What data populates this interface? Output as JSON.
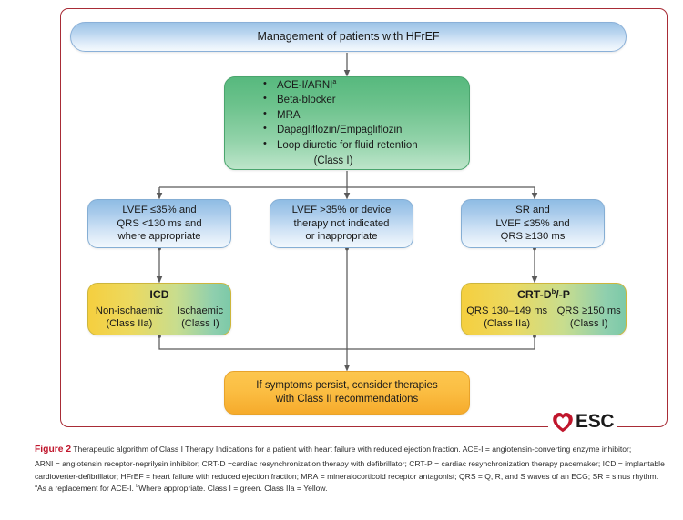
{
  "figure": {
    "label": "Figure 2",
    "caption": "Therapeutic algorithm of Class I Therapy Indications for a patient with heart failure with reduced ejection fraction. ACE-I = angiotensin-converting enzyme inhibitor; ARNI = angiotensin receptor-neprilysin inhibitor; CRT-D =cardiac resynchronization therapy with defibrillator; CRT-P = cardiac resynchronization therapy pacemaker; ICD = implantable cardioverter-defibrillator; HFrEF = heart failure with reduced ejection fraction; MRA = mineralocorticoid receptor antagonist; QRS = Q, R, and S waves of an ECG; SR = sinus rhythm. aAs a replacement for ACE-I. bWhere appropriate. Class I = green. Class IIa = Yellow."
  },
  "diagram": {
    "header": {
      "title": "Management of patients with HFrEF"
    },
    "therapy_box": {
      "items": [
        "ACE-I/ARNI",
        "Beta-blocker",
        "MRA",
        "Dapagliflozin/Empagliflozin",
        "Loop diuretic for fluid retention"
      ],
      "first_item_superscript": "a",
      "class_label": "(Class I)"
    },
    "criteria": [
      {
        "id": "left",
        "lines": [
          "LVEF ≤35% and",
          "QRS <130 ms and",
          "where appropriate"
        ]
      },
      {
        "id": "middle",
        "lines": [
          "LVEF >35% or device",
          "therapy not indicated",
          "or inappropriate"
        ]
      },
      {
        "id": "right",
        "lines": [
          "SR and",
          "LVEF ≤35% and",
          "QRS ≥130 ms"
        ]
      }
    ],
    "devices": [
      {
        "id": "icd",
        "title": "ICD",
        "title_superscript": "",
        "columns": [
          {
            "heading": "Non-ischaemic",
            "class_label": "(Class IIa)"
          },
          {
            "heading": "Ischaemic",
            "class_label": "(Class I)"
          }
        ]
      },
      {
        "id": "crt",
        "title_prefix": "CRT-D",
        "title_superscript": "b",
        "title_suffix": "/-P",
        "columns": [
          {
            "heading": "QRS 130–149 ms",
            "class_label": "(Class IIa)"
          },
          {
            "heading": "QRS ≥150 ms",
            "class_label": "(Class I)"
          }
        ]
      }
    ],
    "outcome": {
      "lines": [
        "If symptoms persist, consider therapies",
        "with Class II recommendations"
      ]
    },
    "logo": {
      "text": "ESC"
    },
    "colors": {
      "frame": "#a82c36",
      "header_blue": "#9dc3e6",
      "green": "#57b97e",
      "criteria_blue": "#8fbce4",
      "device_yellow": "#f5cf3f",
      "device_green": "#7cc9a8",
      "orange": "#fbbe43",
      "logo_red": "#c0162c",
      "connector": "#5a5a5a"
    }
  }
}
